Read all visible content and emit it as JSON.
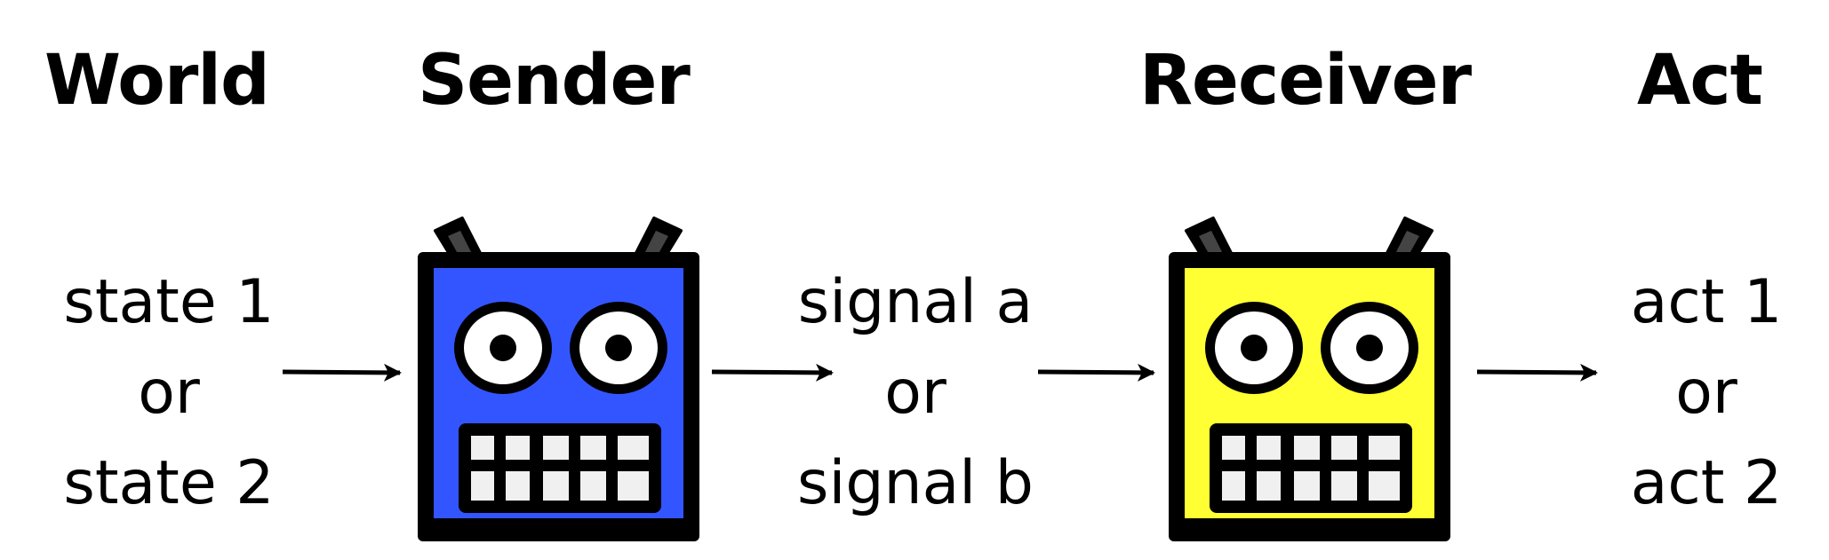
{
  "headings": {
    "world": "World",
    "sender": "Sender",
    "receiver": "Receiver",
    "act": "Act"
  },
  "world": {
    "options": [
      "state 1",
      "or",
      "state 2"
    ]
  },
  "signals": {
    "options": [
      "signal a",
      "or",
      "signal b"
    ]
  },
  "acts": {
    "options": [
      "act 1",
      "or",
      "act 2"
    ]
  },
  "robots": {
    "sender": {
      "role": "sender",
      "face_color": "#3355ff"
    },
    "receiver": {
      "role": "receiver",
      "face_color": "#ffff33"
    }
  },
  "colors": {
    "outline": "#000000",
    "antenna_inner": "#444444",
    "eye_white": "#ffffff",
    "teeth": "#f0f0f0"
  },
  "flow": [
    "world",
    "sender",
    "signals",
    "receiver",
    "acts"
  ]
}
